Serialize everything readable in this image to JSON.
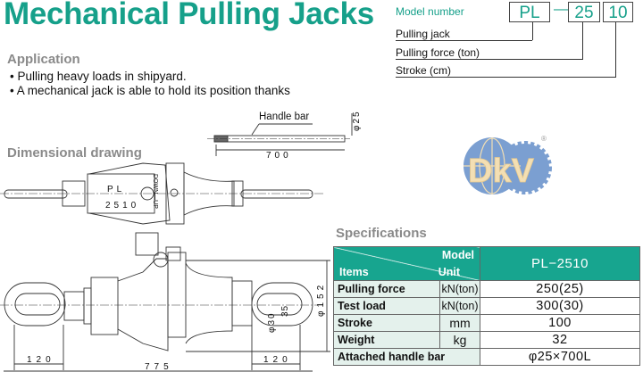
{
  "title": "Mechanical Pulling Jacks",
  "model_number": {
    "label": "Model number",
    "parts": [
      "PL",
      "25",
      "10"
    ],
    "separator": "—",
    "legend": [
      "Pulling jack",
      "Pulling force (ton)",
      "Stroke (cm)"
    ]
  },
  "application": {
    "heading": "Application",
    "bullets": [
      "Pulling heavy loads in shipyard.",
      "A mechanical jack is able to hold its position thanks"
    ]
  },
  "drawing": {
    "heading": "Dimensional drawing",
    "handle_bar_label": "Handle bar",
    "handle_dia": "φ25",
    "handle_length": "700",
    "plate_top": "PL",
    "plate_bottom": "2510",
    "lever_text": "DOWN—UP",
    "dim_left": "120",
    "dim_right": "120",
    "dim_total": "775",
    "dim_dia_body": "φ152",
    "dim_dia_eye": "φ30",
    "dim_eye": "35"
  },
  "logo": {
    "text": "DkV",
    "registered": "®",
    "colors": {
      "globe": "#7b9fd1",
      "letters": "#f3dfb4"
    }
  },
  "specifications": {
    "heading": "Specifications",
    "header": {
      "model": "Model",
      "unit": "Unit",
      "items": "Items",
      "model_value": "PL−2510"
    },
    "rows": [
      {
        "item": "Pulling force",
        "unit": "kN(ton)",
        "value": "250(25)"
      },
      {
        "item": "Test load",
        "unit": "kN(ton)",
        "value": "300(30)"
      },
      {
        "item": "Stroke",
        "unit": "mm",
        "value": "100"
      },
      {
        "item": "Weight",
        "unit": "kg",
        "value": "32"
      },
      {
        "item": "Attached handle bar",
        "value": "φ25×700L"
      }
    ]
  },
  "colors": {
    "accent": "#16a08a",
    "table_header": "#17a58f",
    "table_label_bg": "#e4f1ec",
    "heading_gray": "#8a8a8a"
  }
}
